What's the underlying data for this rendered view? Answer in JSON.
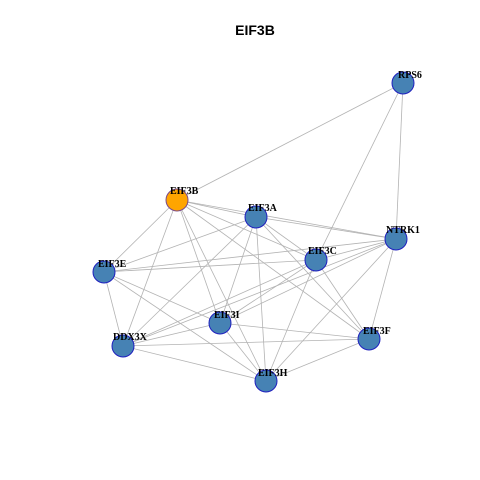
{
  "title": "EIF3B",
  "colors": {
    "node_fill": "#4682B4",
    "node_stroke": "#1f1fbf",
    "focus_fill": "#FFA500",
    "focus_stroke": "#7a4a8a",
    "edge": "#b3b3b3"
  },
  "network": {
    "focus": "EIF3B",
    "nodes": [
      {
        "id": "RPS6",
        "label": "RPS6"
      },
      {
        "id": "EIF3B",
        "label": "EIF3B"
      },
      {
        "id": "EIF3A",
        "label": "EIF3A"
      },
      {
        "id": "NTRK1",
        "label": "NTRK1"
      },
      {
        "id": "EIF3C",
        "label": "EIF3C"
      },
      {
        "id": "EIF3E",
        "label": "EIF3E"
      },
      {
        "id": "EIF3I",
        "label": "EIF3I"
      },
      {
        "id": "EIF3F",
        "label": "EIF3F"
      },
      {
        "id": "DDX3X",
        "label": "DDX3X"
      },
      {
        "id": "EIF3H",
        "label": "EIF3H"
      }
    ],
    "edges": [
      [
        "RPS6",
        "EIF3B"
      ],
      [
        "RPS6",
        "NTRK1"
      ],
      [
        "RPS6",
        "EIF3C"
      ],
      [
        "EIF3B",
        "EIF3A"
      ],
      [
        "EIF3B",
        "NTRK1"
      ],
      [
        "EIF3B",
        "EIF3C"
      ],
      [
        "EIF3B",
        "EIF3E"
      ],
      [
        "EIF3B",
        "EIF3I"
      ],
      [
        "EIF3B",
        "EIF3F"
      ],
      [
        "EIF3B",
        "DDX3X"
      ],
      [
        "EIF3B",
        "EIF3H"
      ],
      [
        "EIF3A",
        "NTRK1"
      ],
      [
        "EIF3A",
        "EIF3C"
      ],
      [
        "EIF3A",
        "EIF3E"
      ],
      [
        "EIF3A",
        "EIF3I"
      ],
      [
        "EIF3A",
        "EIF3F"
      ],
      [
        "EIF3A",
        "DDX3X"
      ],
      [
        "EIF3A",
        "EIF3H"
      ],
      [
        "NTRK1",
        "EIF3C"
      ],
      [
        "NTRK1",
        "EIF3E"
      ],
      [
        "NTRK1",
        "EIF3I"
      ],
      [
        "NTRK1",
        "EIF3F"
      ],
      [
        "NTRK1",
        "DDX3X"
      ],
      [
        "NTRK1",
        "EIF3H"
      ],
      [
        "EIF3C",
        "EIF3E"
      ],
      [
        "EIF3C",
        "EIF3I"
      ],
      [
        "EIF3C",
        "EIF3F"
      ],
      [
        "EIF3C",
        "DDX3X"
      ],
      [
        "EIF3C",
        "EIF3H"
      ],
      [
        "EIF3E",
        "EIF3I"
      ],
      [
        "EIF3E",
        "DDX3X"
      ],
      [
        "EIF3E",
        "EIF3H"
      ],
      [
        "EIF3I",
        "EIF3F"
      ],
      [
        "EIF3I",
        "DDX3X"
      ],
      [
        "EIF3I",
        "EIF3H"
      ],
      [
        "EIF3F",
        "DDX3X"
      ],
      [
        "EIF3F",
        "EIF3H"
      ],
      [
        "DDX3X",
        "EIF3H"
      ]
    ]
  }
}
